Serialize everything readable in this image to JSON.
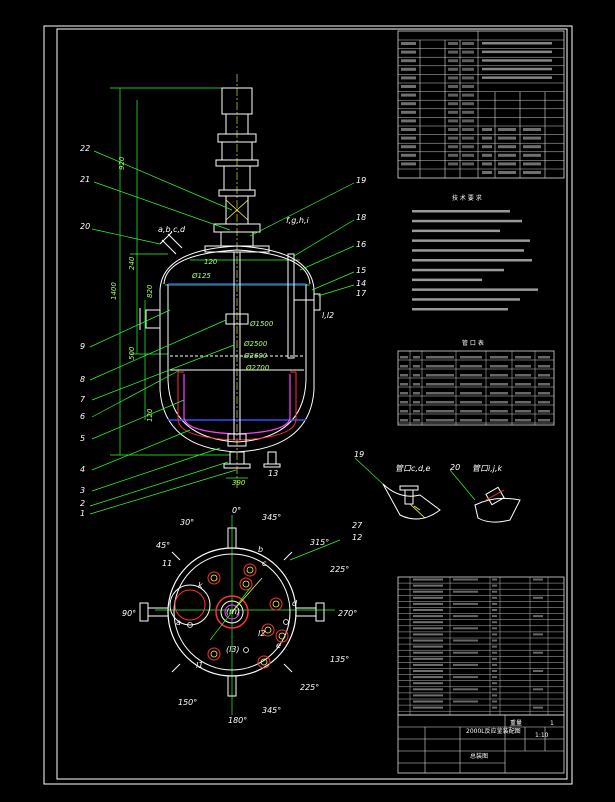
{
  "part_labels_left": [
    "22",
    "21",
    "20",
    "9",
    "8",
    "7",
    "6",
    "5",
    "4",
    "3",
    "2",
    "1"
  ],
  "part_labels_right": [
    "19",
    "18",
    "16",
    "15",
    "14",
    "17"
  ],
  "nozzle_labels": {
    "n_top_left": "a,b,c,d",
    "n_top_right": "f,g,h,i",
    "n_right": "l,l2",
    "bottom_right": "13",
    "bottom_mid": "390",
    "plan_a": "a",
    "plan_b": "b",
    "plan_c": "c",
    "plan_d": "d",
    "plan_e": "e",
    "plan_i": "l1",
    "plan_i2": "l2",
    "plan_k": "k",
    "plan_n": "(m)",
    "plan_l3": "(l3)",
    "plan_label_11": "11",
    "plan_label_27": "27",
    "plan_label_12": "12"
  },
  "dimensions": {
    "dim_top": "920",
    "dim_upper": "240",
    "dim_mid": "1400",
    "dim_lower": "500",
    "dim_left1": "820",
    "dim_left2": "120",
    "dim_inner1": "Ø2500",
    "dim_inner2": "Ø2600",
    "dim_inner3": "Ø2700",
    "dim_inner4": "Ø1500",
    "dim_small": "120",
    "dim_a": "Ø125"
  },
  "angles": [
    "0°",
    "30°",
    "345°",
    "45°",
    "315°",
    "90°",
    "225°",
    "270°",
    "135°",
    "180°",
    "150°",
    "225°",
    "345°"
  ],
  "detail_labels": {
    "detail_19": "19",
    "detail_20": "20",
    "detail_19_text": "管口c,d,e",
    "detail_20_text": "管口i,j,k"
  },
  "notes_title": "技 术 要 求",
  "nozzle_table_title": "管 口 表",
  "bom_title_cells": {
    "title_name": "2000L反应釜装配图",
    "drawing_no": "总装图",
    "scale": "1:10",
    "sheet": "1",
    "weight": "重量"
  }
}
